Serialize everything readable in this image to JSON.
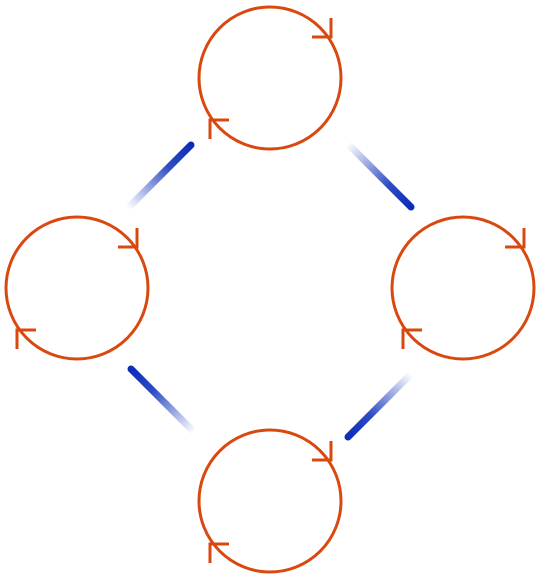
{
  "diagram": {
    "nodes": [
      {
        "id": "top",
        "shape": "circle",
        "decoration": "two-arrowheads"
      },
      {
        "id": "left",
        "shape": "circle",
        "decoration": "two-arrowheads"
      },
      {
        "id": "right",
        "shape": "circle",
        "decoration": "two-arrowheads"
      },
      {
        "id": "bottom",
        "shape": "circle",
        "decoration": "two-arrowheads"
      }
    ],
    "connectors": [
      {
        "from": "top",
        "to": "left",
        "style": "gradient-line"
      },
      {
        "from": "top",
        "to": "right",
        "style": "gradient-line"
      },
      {
        "from": "left",
        "to": "bottom",
        "style": "gradient-line"
      },
      {
        "from": "right",
        "to": "bottom",
        "style": "gradient-line"
      }
    ]
  },
  "colors": {
    "node_stroke": "#D9480F",
    "connector": "#0B2DB8",
    "background": "#FFFFFF"
  },
  "icons": {
    "arrowhead": "arrowhead-icon"
  }
}
